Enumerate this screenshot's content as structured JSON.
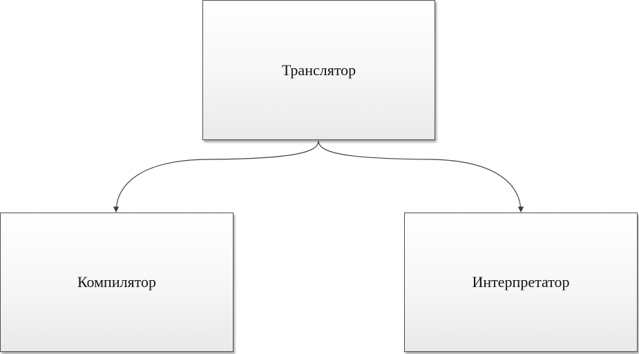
{
  "diagram": {
    "nodes": {
      "root": {
        "label": "Транслятор"
      },
      "left": {
        "label": "Компилятор"
      },
      "right": {
        "label": "Интерпретатор"
      }
    },
    "edges": [
      {
        "from": "root",
        "to": "left"
      },
      {
        "from": "root",
        "to": "right"
      }
    ],
    "colors": {
      "border": "#4d4d4d",
      "connector": "#3f3f3f",
      "text": "#111111"
    }
  }
}
